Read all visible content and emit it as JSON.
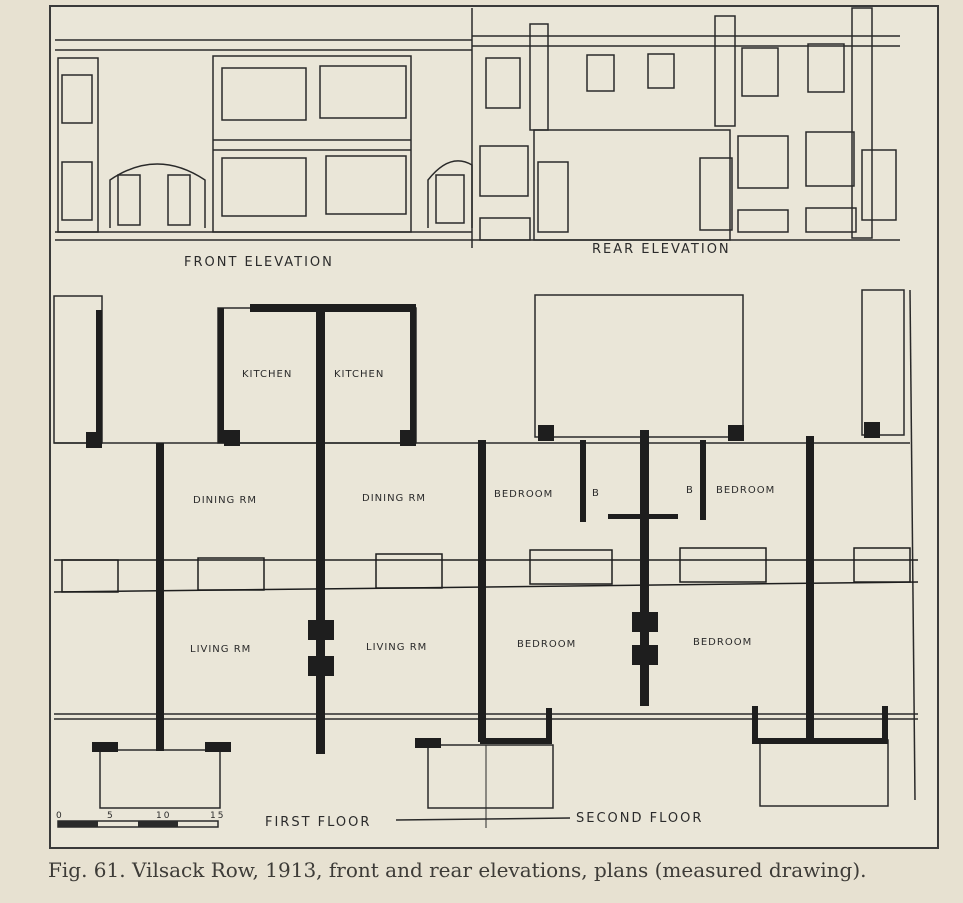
{
  "labels": {
    "front_elevation": "FRONT ELEVATION",
    "rear_elevation": "REAR ELEVATION",
    "kitchen": "KITCHEN",
    "dining": "DINING RM",
    "living": "LIVING RM",
    "bedroom": "BEDROOM",
    "bath": "B",
    "first_floor": "FIRST FLOOR",
    "second_floor": "SECOND FLOOR"
  },
  "scale": {
    "ticks": [
      "0",
      "5",
      "10",
      "15"
    ]
  },
  "caption": "Fig. 61. Vilsack Row, 1913, front and rear elevations, plans (measured drawing)."
}
